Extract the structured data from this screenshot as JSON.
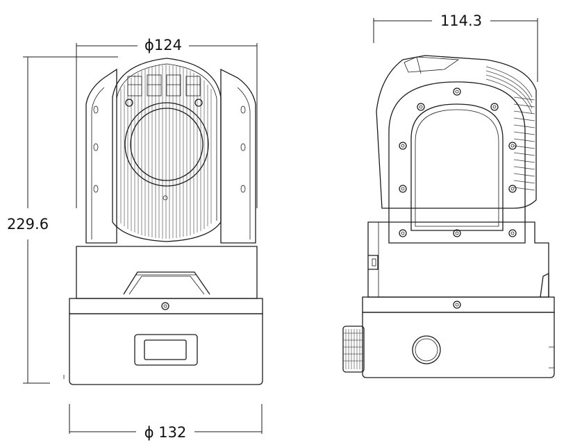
{
  "dimensions": {
    "front_width_top": "ϕ124",
    "side_depth": "114.3",
    "overall_height": "229.6",
    "front_width_bottom": "ϕ 132"
  },
  "colors": {
    "line": "#1a1a1a",
    "background": "#ffffff"
  }
}
